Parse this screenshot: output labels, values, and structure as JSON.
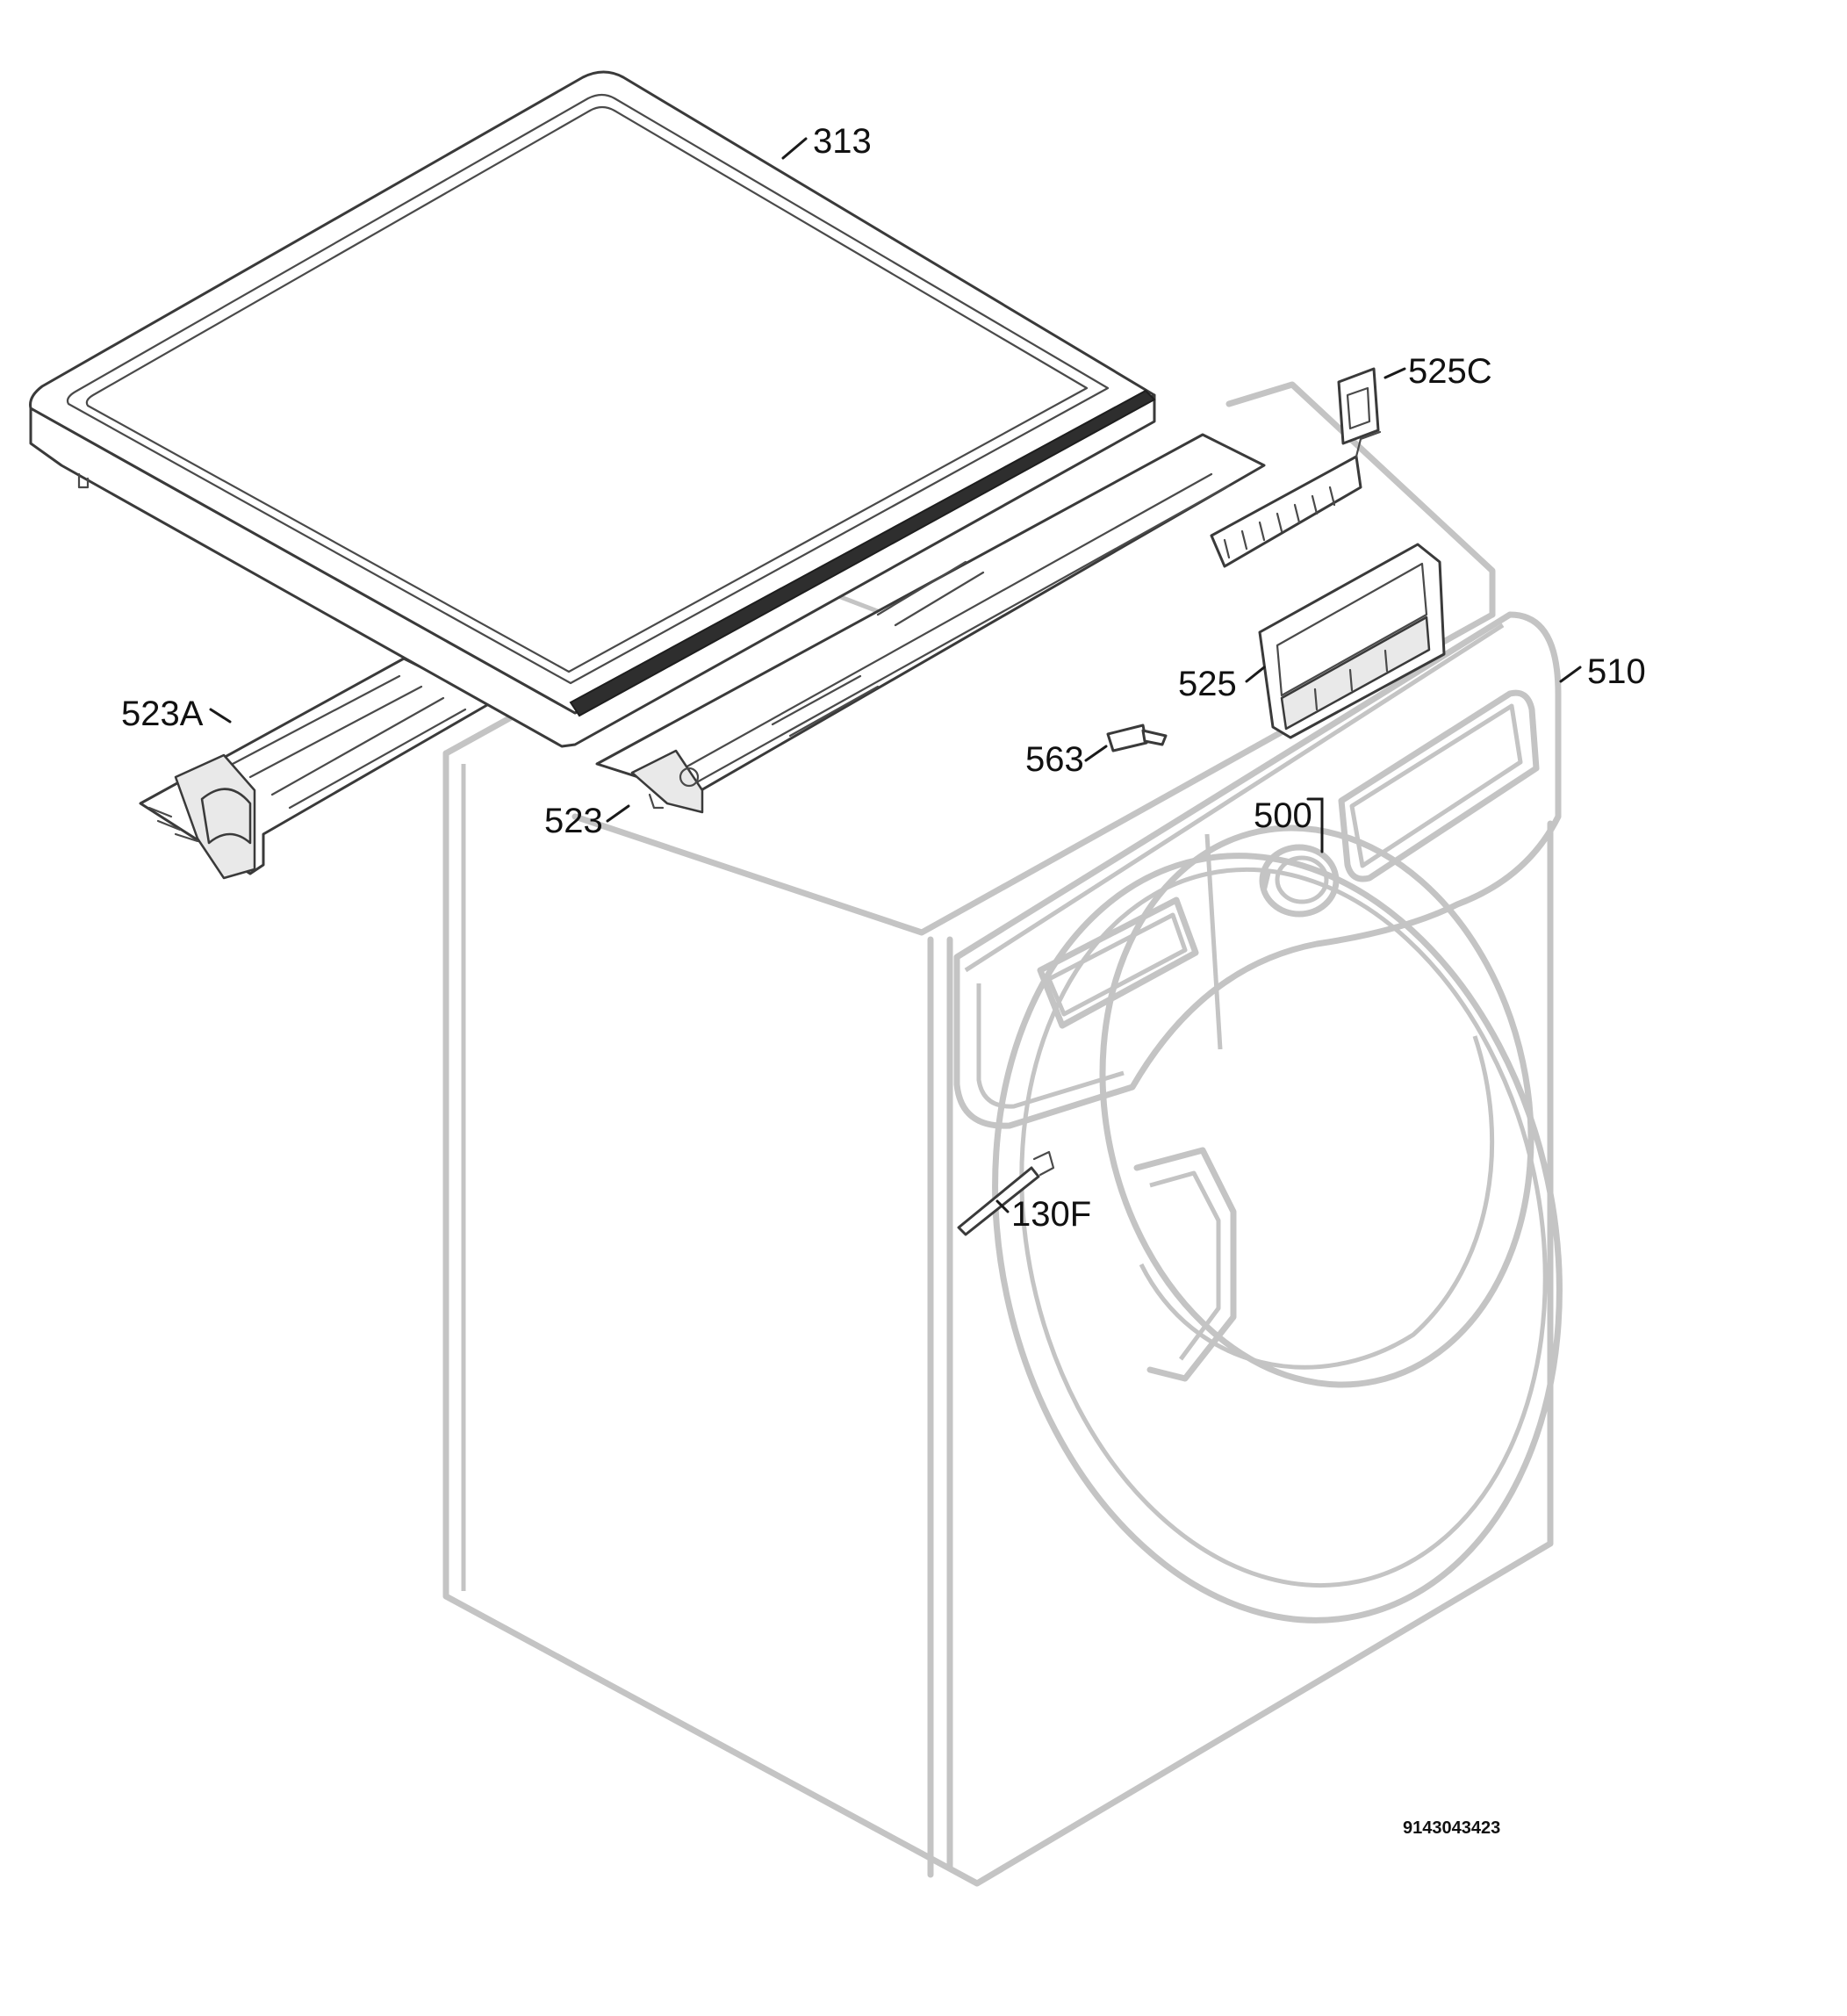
{
  "callouts": [
    {
      "id": "313",
      "label": "313"
    },
    {
      "id": "525C",
      "label": "525C"
    },
    {
      "id": "510",
      "label": "510"
    },
    {
      "id": "525",
      "label": "525"
    },
    {
      "id": "523A",
      "label": "523A"
    },
    {
      "id": "563",
      "label": "563"
    },
    {
      "id": "523",
      "label": "523"
    },
    {
      "id": "500",
      "label": "500"
    },
    {
      "id": "130F",
      "label": "130F"
    }
  ],
  "reference_number": "9143043423"
}
